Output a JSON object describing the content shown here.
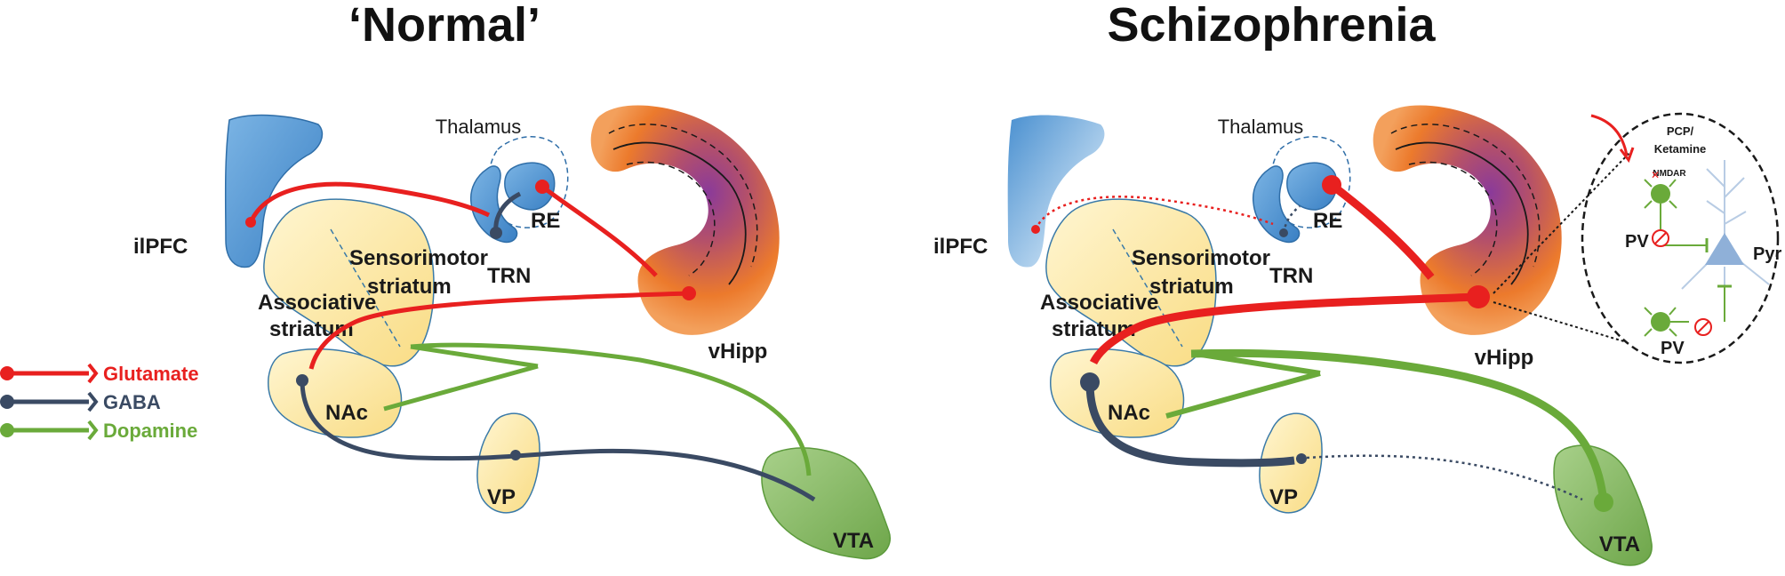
{
  "titles": {
    "normal": "‘Normal’",
    "schizophrenia": "Schizophrenia"
  },
  "regions": {
    "ilpfc": "ilPFC",
    "thalamus": "Thalamus",
    "re": "RE",
    "trn": "TRN",
    "sensorimotor_line1": "Sensorimotor",
    "sensorimotor_line2": "striatum",
    "associative_line1": "Associative",
    "associative_line2": "striatum",
    "nac": "NAc",
    "vp": "VP",
    "vta": "VTA",
    "vhipp": "vHipp"
  },
  "inset": {
    "drug_line1": "PCP/",
    "drug_line2": "Ketamine",
    "nmdar": "NMDAR",
    "pv": "PV",
    "pyr": "Pyr"
  },
  "legend": [
    {
      "label": "Glutamate",
      "color": "#e8201f"
    },
    {
      "label": "GABA",
      "color": "#3a4a63"
    },
    {
      "label": "Dopamine",
      "color": "#6aaa3a"
    }
  ],
  "colors": {
    "glutamate": "#e8201f",
    "gaba": "#3a4a63",
    "dopamine": "#6aaa3a",
    "pfc_blue": "#4a90d0",
    "striatum_yellow": "#fce9a8",
    "vta_green": "#8fc06a",
    "hipp_orange": "#ec7a2c",
    "hipp_purple": "#8a3a9a"
  }
}
